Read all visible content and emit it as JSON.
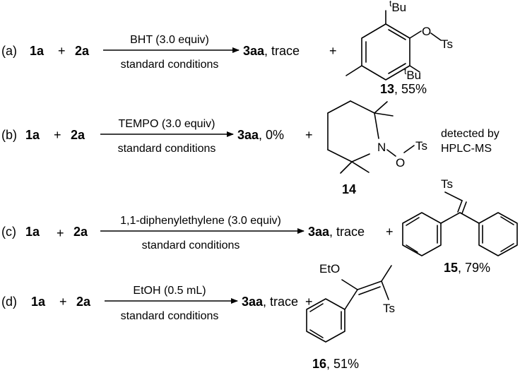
{
  "reactions": [
    {
      "label": "(a)",
      "reactant1": "1a",
      "plus": "+",
      "reactant2": "2a",
      "above": "BHT (3.0 equiv)",
      "below": "standard conditions",
      "product": "3aa",
      "yield": ", trace",
      "plus2": "+",
      "adduct_id": "13",
      "adduct_yield": ", 55%",
      "atoms": {
        "tBu_top": "Bu",
        "tBu_bottom": "Bu",
        "t": "t",
        "O": "O",
        "Ts": "Ts"
      }
    },
    {
      "label": "(b)",
      "reactant1": "1a",
      "plus": "+",
      "reactant2": "2a",
      "above": "TEMPO (3.0 equiv)",
      "below": "standard conditions",
      "product": "3aa",
      "yield": ", 0%",
      "plus2": "+",
      "adduct_id": "14",
      "atoms": {
        "N": "N",
        "O": "O",
        "Ts": "Ts"
      },
      "note_line1": "detected by",
      "note_line2": "HPLC-MS"
    },
    {
      "label": "(c)",
      "reactant1": "1a",
      "plus": "+",
      "reactant2": "2a",
      "above": "1,1-diphenylethylene  (3.0 equiv)",
      "below": "standard conditions",
      "product": "3aa",
      "yield": ", trace",
      "plus2": "+",
      "adduct_id": "15",
      "adduct_yield": ", 79%",
      "atoms": {
        "Ts": "Ts"
      }
    },
    {
      "label": "(d)",
      "reactant1": "1a",
      "plus": "+",
      "reactant2": "2a",
      "above": "EtOH (0.5 mL)",
      "below": "standard conditions",
      "product": "3aa",
      "yield": ", trace",
      "plus2": "+",
      "adduct_id": "16",
      "adduct_yield": ", 51%",
      "atoms": {
        "EtO": "EtO",
        "Ts": "Ts"
      }
    }
  ]
}
